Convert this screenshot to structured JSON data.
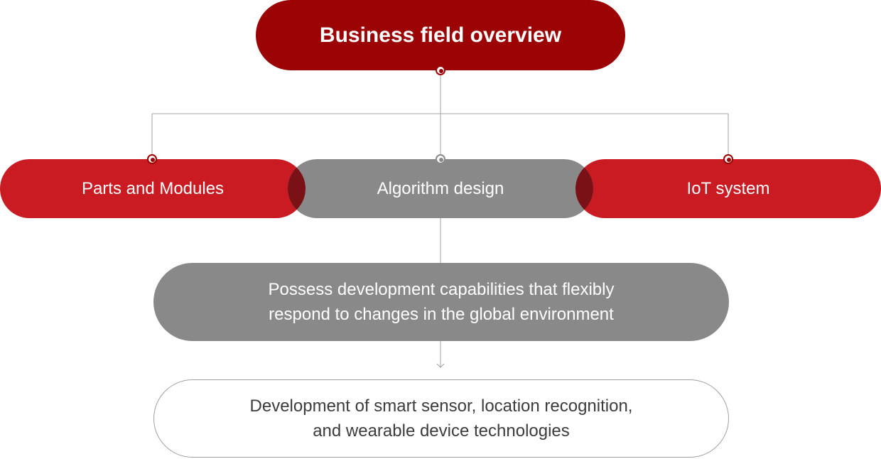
{
  "diagram": {
    "title": "Business field overview",
    "branches": [
      {
        "label": "Parts and Modules"
      },
      {
        "label": "Algorithm design"
      },
      {
        "label": "IoT system"
      }
    ],
    "capability": {
      "line1": "Possess development capabilities that flexibly",
      "line2": "respond to changes in the global environment"
    },
    "development": {
      "line1": "Development of smart sensor, location recognition,",
      "line2": "and wearable device technologies"
    }
  },
  "colors": {
    "dark_red": "#9b0305",
    "red": "#ca1a22",
    "gray": "#898989",
    "overlap": "#7a1116",
    "line": "#a0a0a0",
    "text_dark": "#3c3c3c"
  }
}
